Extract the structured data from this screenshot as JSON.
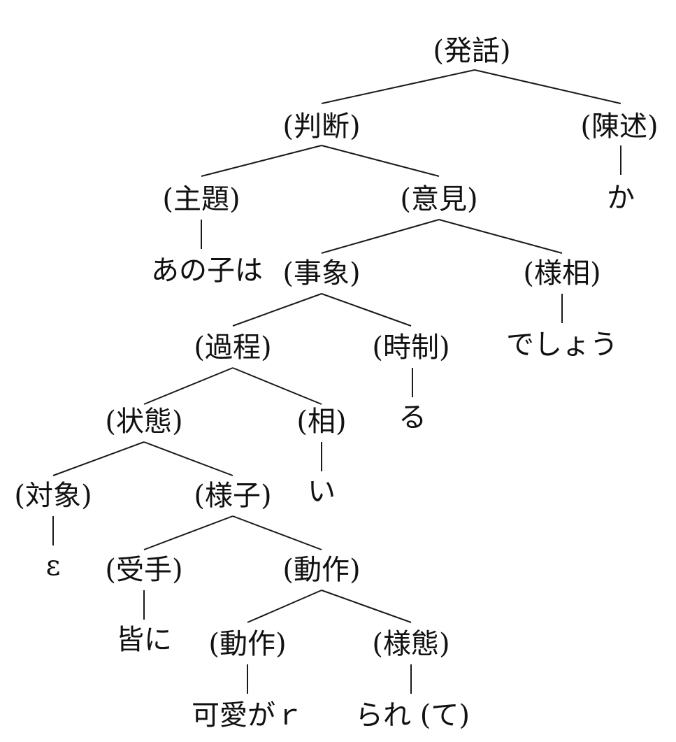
{
  "tree": {
    "root": {
      "label": "(発話)"
    },
    "n1": {
      "label": "(判断)"
    },
    "n2": {
      "label": "(陳述)"
    },
    "n3": {
      "label": "(主題)"
    },
    "n4": {
      "label": "(意見)"
    },
    "n5": {
      "label": "(事象)"
    },
    "n6": {
      "label": "(様相)"
    },
    "n7": {
      "label": "(過程)"
    },
    "n8": {
      "label": "(時制)"
    },
    "n9": {
      "label": "(状態)"
    },
    "n10": {
      "label": "(相)"
    },
    "n11": {
      "label": "(対象)"
    },
    "n12": {
      "label": "(様子)"
    },
    "n13": {
      "label": "(受手)"
    },
    "n14": {
      "label": "(動作)"
    },
    "n15": {
      "label": "(動作)"
    },
    "n16": {
      "label": "(様態)"
    },
    "leaves": {
      "ka": "か",
      "anokowa": "あの子は",
      "desyou": "でしょう",
      "ru": "る",
      "i": "い",
      "epsilon": "ε",
      "minani": "皆に",
      "kawaigar": "可愛がｒ",
      "rarete": "られ (て)"
    }
  }
}
